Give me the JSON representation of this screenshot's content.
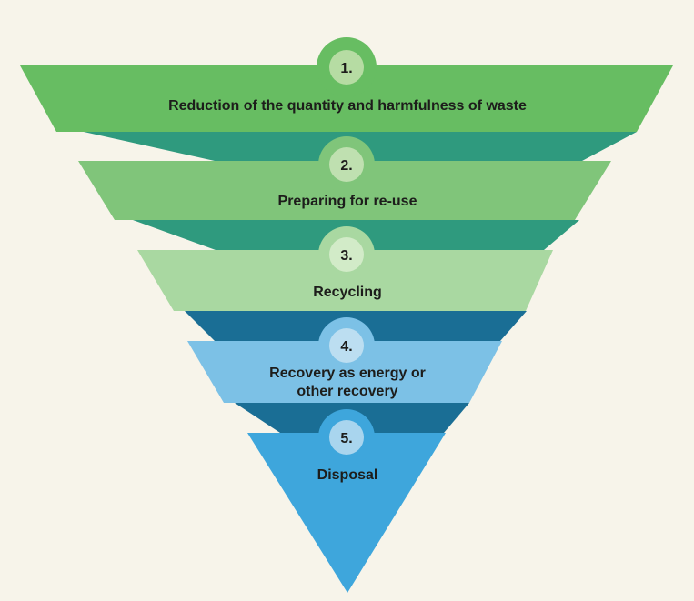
{
  "levels": [
    {
      "number": "1.",
      "lines": [
        "Reduction of the quantity and harmfulness of waste"
      ],
      "color": "#67bd62",
      "badge_color": "#b6dca3"
    },
    {
      "number": "2.",
      "lines": [
        "Preparing for re-use"
      ],
      "color": "#80c57a",
      "badge_color": "#bfe0b0"
    },
    {
      "number": "3.",
      "lines": [
        "Recycling"
      ],
      "color": "#a9d8a1",
      "badge_color": "#d2ebc8"
    },
    {
      "number": "4.",
      "lines": [
        "Recovery as energy or",
        "other recovery"
      ],
      "color": "#7cc1e6",
      "badge_color": "#bcdef1"
    },
    {
      "number": "5.",
      "lines": [
        "Disposal"
      ],
      "color": "#3ea6dc",
      "badge_color": "#a9d5ee"
    }
  ],
  "connector_colors": [
    "#2f9a7e",
    "#2f9a7e",
    "#1a6e95",
    "#1a6e95"
  ],
  "background_color": "#f7f4ea"
}
